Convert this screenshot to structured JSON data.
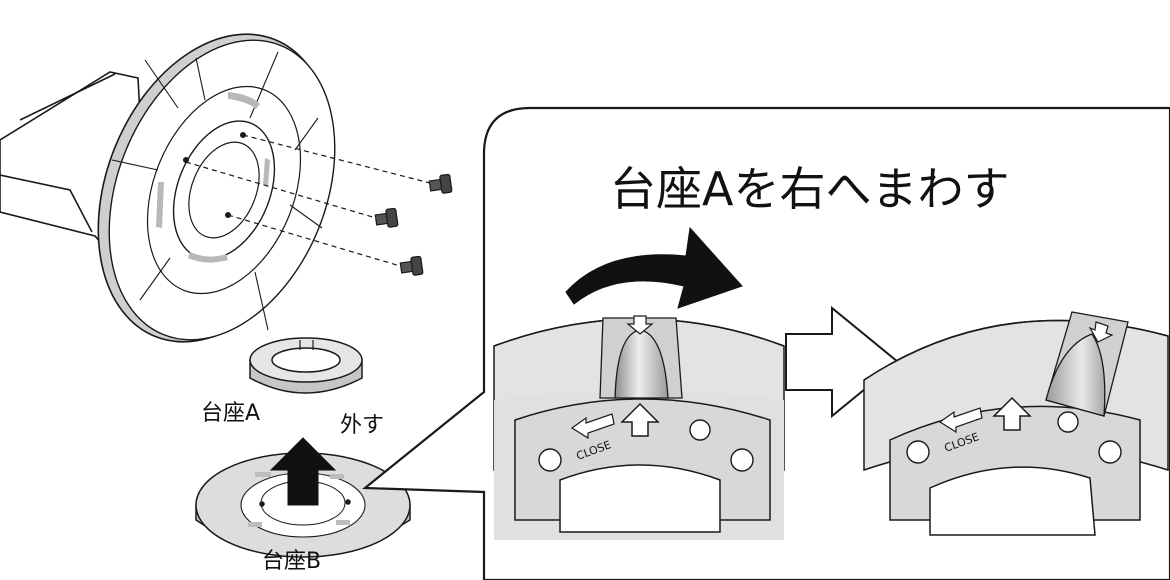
{
  "figure": {
    "callout_title": "台座Aを右へまわす",
    "labels": {
      "base_a": "台座A",
      "remove": "外す",
      "base_b": "台座B",
      "close_left": "CLOSE",
      "close_right": "CLOSE"
    },
    "colors": {
      "line": "#1a1a1a",
      "light_gray": "#e4e4e4",
      "mid_gray": "#c8c8c8",
      "dark_gray": "#9a9a9a",
      "arrow_fill": "#111111"
    },
    "icons": [
      "curved-rotate-arrow-icon",
      "hollow-right-arrow-icon",
      "up-arrow-icon",
      "down-arrow-icon",
      "close-arrow-icon",
      "screw-icon"
    ]
  }
}
